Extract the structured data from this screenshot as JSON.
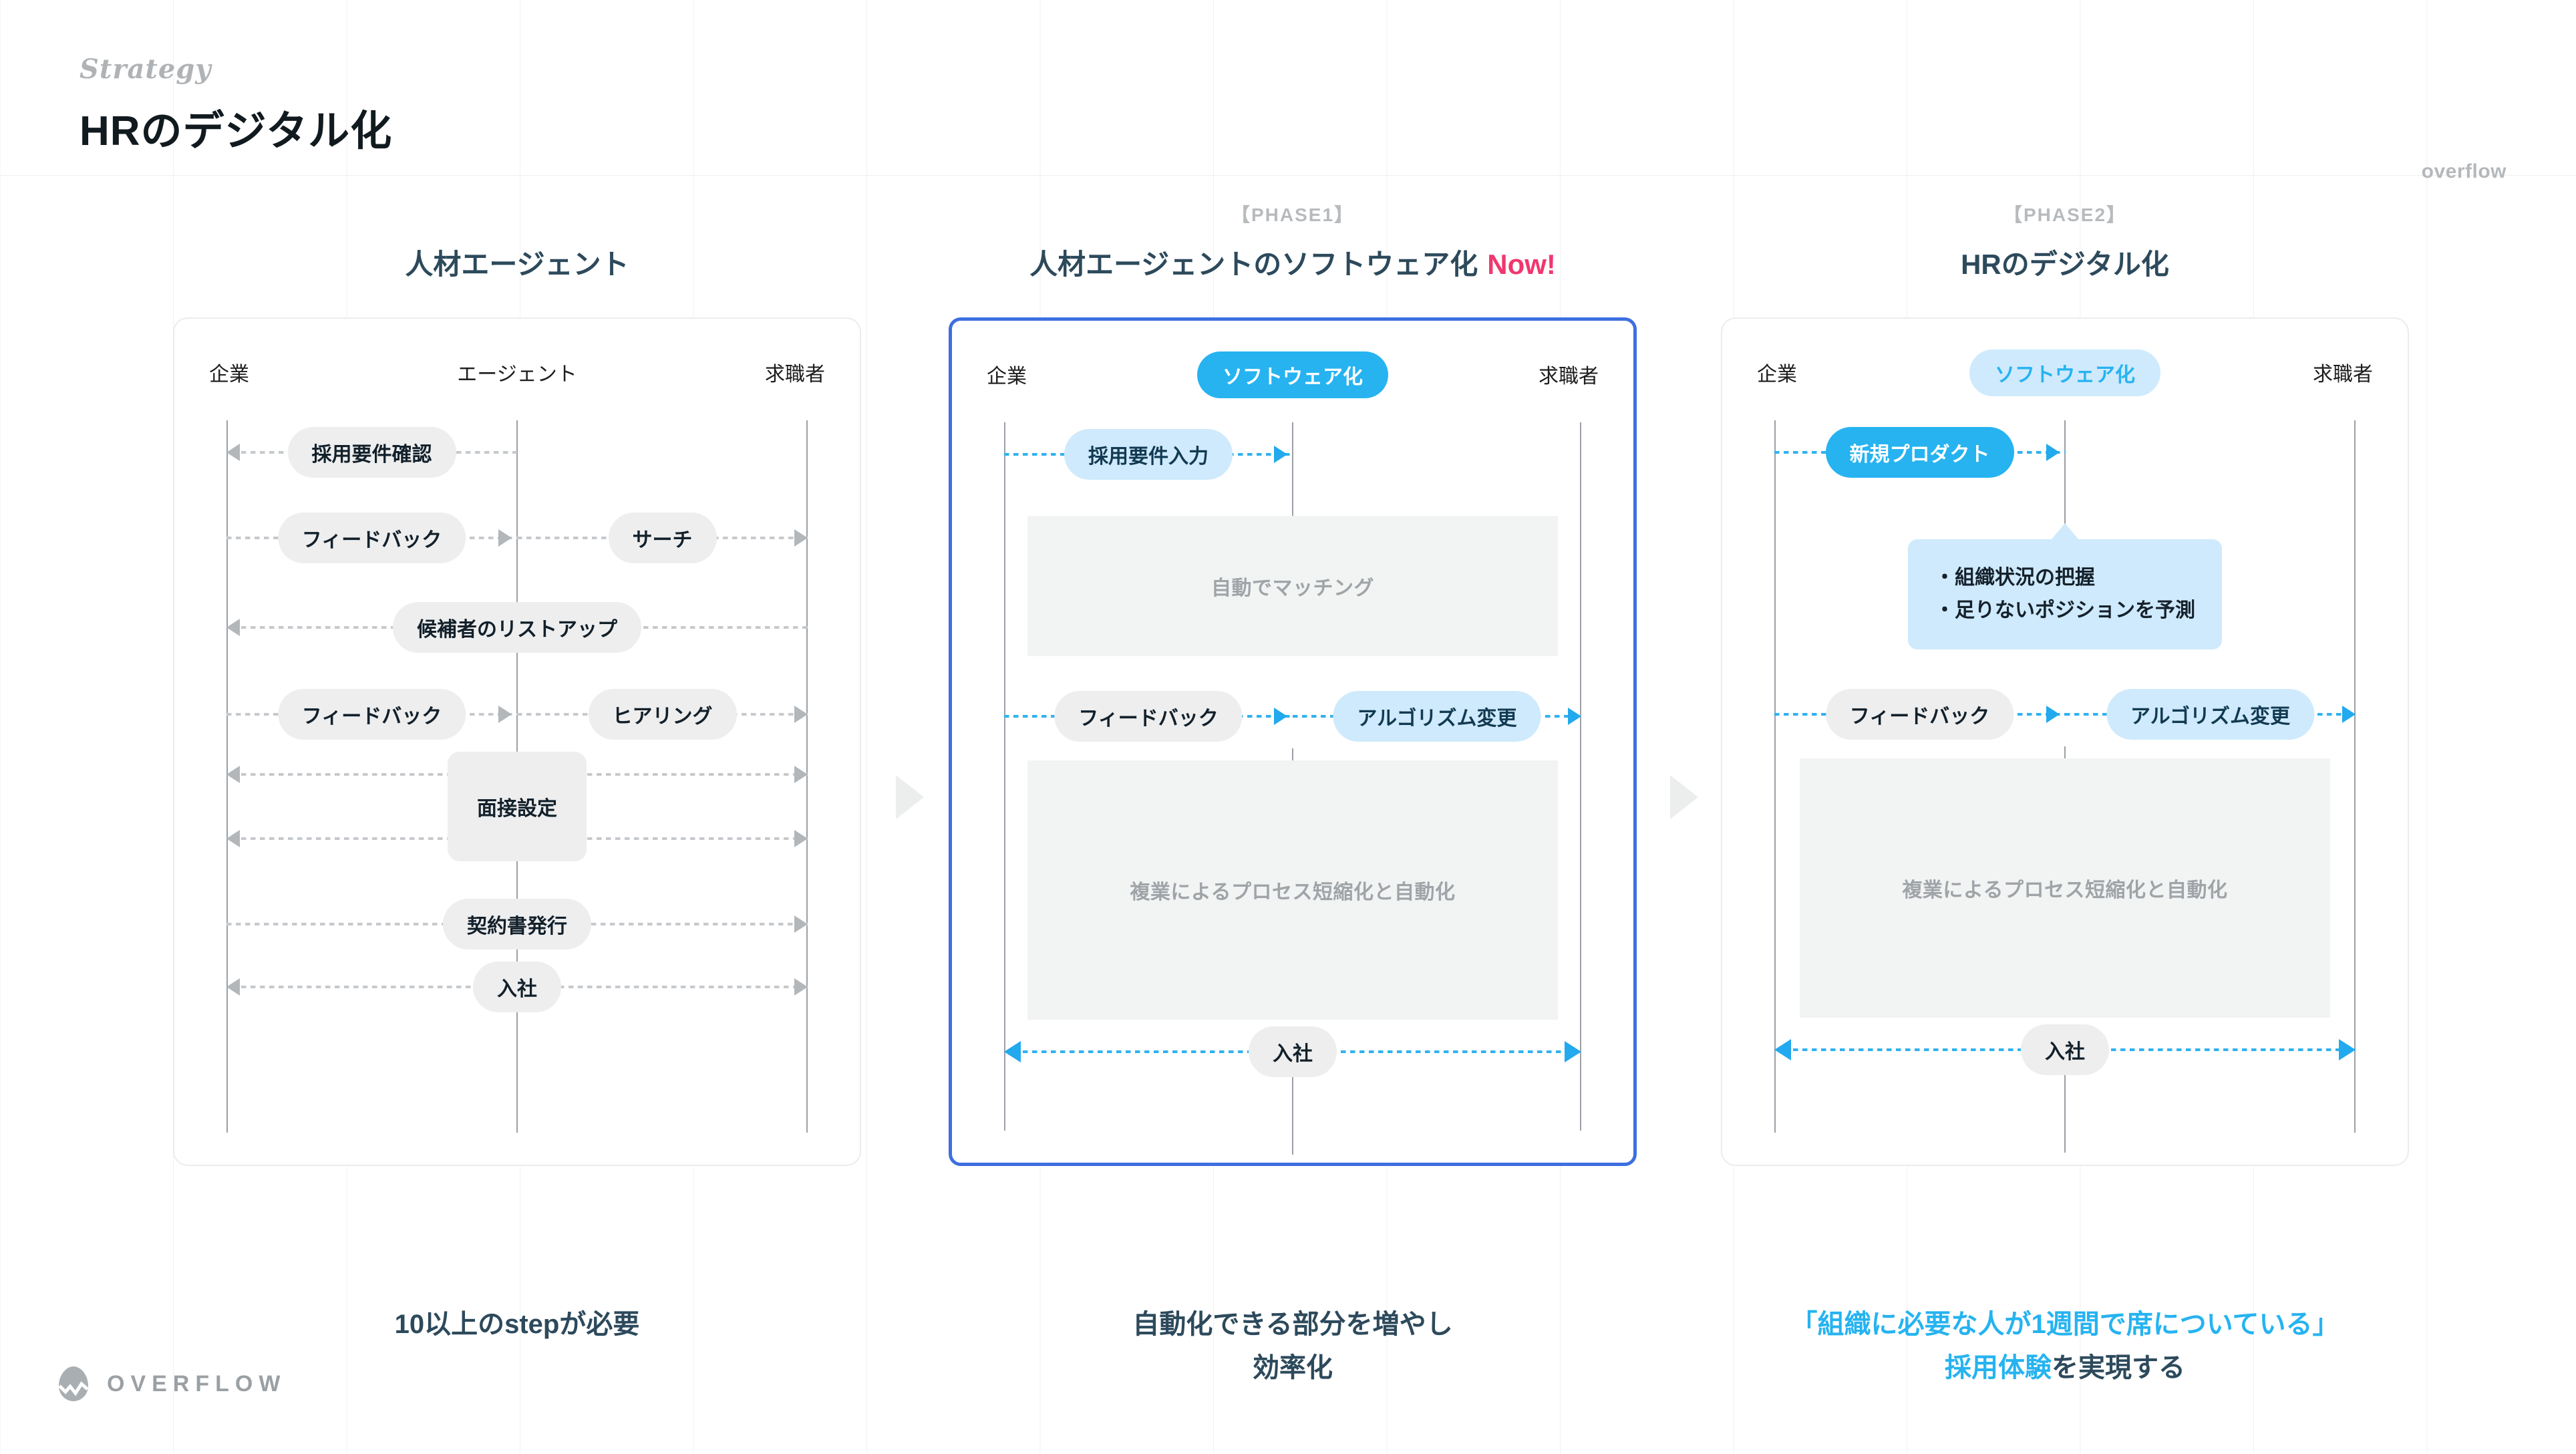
{
  "header": {
    "eyebrow": "Strategy",
    "title": "HRのデジタル化",
    "brandmark": "overflow"
  },
  "logo": {
    "text": "OVERFLOW",
    "mark": "egg-logo-icon"
  },
  "colors": {
    "accent_cyan": "#26b3f0",
    "accent_soft_blue": "#cfeafc",
    "accent_pink": "#f0376f",
    "title_navy": "#2d4a5c",
    "highlight_border": "#3d6fe0",
    "pill_gray": "#eeeeef",
    "block_gray": "#f2f3f3"
  },
  "columns": [
    {
      "phase_tag": "",
      "title": "人材エージェント",
      "title_now": "",
      "highlighted": false,
      "lanes": {
        "left": "企業",
        "middle": "エージェント",
        "right": "求職者",
        "middle_style": "plain"
      },
      "rows": [
        {
          "label": "採用要件確認",
          "kind": "pill",
          "style": "gray",
          "span": "left-mid",
          "dir": "left"
        },
        {
          "label": "フィードバック",
          "kind": "pill",
          "style": "gray",
          "span": "left-mid",
          "dir": "right"
        },
        {
          "label": "サーチ",
          "kind": "pill",
          "style": "gray",
          "span": "mid-right",
          "dir": "right"
        },
        {
          "label": "候補者のリストアップ",
          "kind": "pill",
          "style": "gray",
          "span": "full",
          "dir": "left"
        },
        {
          "label": "フィードバック",
          "kind": "pill",
          "style": "gray",
          "span": "left-mid",
          "dir": "right"
        },
        {
          "label": "ヒアリング",
          "kind": "pill",
          "style": "gray",
          "span": "mid-right",
          "dir": "right"
        },
        {
          "label": "面接設定",
          "kind": "box",
          "style": "gray",
          "span": "full",
          "dir": "both"
        },
        {
          "label": "契約書発行",
          "kind": "pill",
          "style": "gray",
          "span": "full",
          "dir": "right"
        },
        {
          "label": "入社",
          "kind": "pill",
          "style": "gray",
          "span": "full",
          "dir": "both"
        }
      ],
      "caption": "10以上のstepが必要",
      "caption_line2": "",
      "caption_highlight": ""
    },
    {
      "phase_tag": "【PHASE1】",
      "title": "人材エージェントのソフトウェア化",
      "title_now": "Now!",
      "highlighted": true,
      "lanes": {
        "left": "企業",
        "middle": "ソフトウェア化",
        "right": "求職者",
        "middle_style": "pill-solid"
      },
      "rows": [
        {
          "label": "採用要件入力",
          "kind": "pill",
          "style": "soft",
          "span": "left-mid",
          "dir": "right"
        },
        {
          "label": "自動でマッチング",
          "kind": "block",
          "style": "block",
          "span": "full",
          "dir": "none"
        },
        {
          "label": "フィードバック",
          "kind": "pill",
          "style": "gray",
          "span": "left-mid",
          "dir": "right"
        },
        {
          "label": "アルゴリズム変更",
          "kind": "pill",
          "style": "soft",
          "span": "mid-right",
          "dir": "right"
        },
        {
          "label": "複業によるプロセス短縮化と自動化",
          "kind": "block",
          "style": "block",
          "span": "full",
          "dir": "none"
        },
        {
          "label": "入社",
          "kind": "pill",
          "style": "gray",
          "span": "full",
          "dir": "both"
        }
      ],
      "caption": "自動化できる部分を増やし",
      "caption_line2": "効率化",
      "caption_highlight": ""
    },
    {
      "phase_tag": "【PHASE2】",
      "title": "HRのデジタル化",
      "title_now": "",
      "highlighted": false,
      "lanes": {
        "left": "企業",
        "middle": "ソフトウェア化",
        "right": "求職者",
        "middle_style": "pill-soft"
      },
      "rows": [
        {
          "label": "新規プロダクト",
          "kind": "pill",
          "style": "solid",
          "span": "left-mid",
          "dir": "right"
        },
        {
          "label": "・組織状況の把握\n・足りないポジションを予測",
          "kind": "callout",
          "style": "soft",
          "span": "full",
          "dir": "none"
        },
        {
          "label": "フィードバック",
          "kind": "pill",
          "style": "gray",
          "span": "left-mid",
          "dir": "right"
        },
        {
          "label": "アルゴリズム変更",
          "kind": "pill",
          "style": "soft",
          "span": "mid-right",
          "dir": "right"
        },
        {
          "label": "複業によるプロセス短縮化と自動化",
          "kind": "block",
          "style": "block",
          "span": "full",
          "dir": "none"
        },
        {
          "label": "入社",
          "kind": "pill",
          "style": "gray",
          "span": "full",
          "dir": "both"
        }
      ],
      "caption": "「組織に必要な人が1週間で席についている」",
      "caption_line2_pre": "採用体験",
      "caption_line2_post": "を実現する"
    }
  ],
  "callout": {
    "line1": "・組織状況の把握",
    "line2": "・足りないポジションを予測"
  },
  "blocks": {
    "auto_match": "自動でマッチング",
    "process": "複業によるプロセス短縮化と自動化"
  }
}
